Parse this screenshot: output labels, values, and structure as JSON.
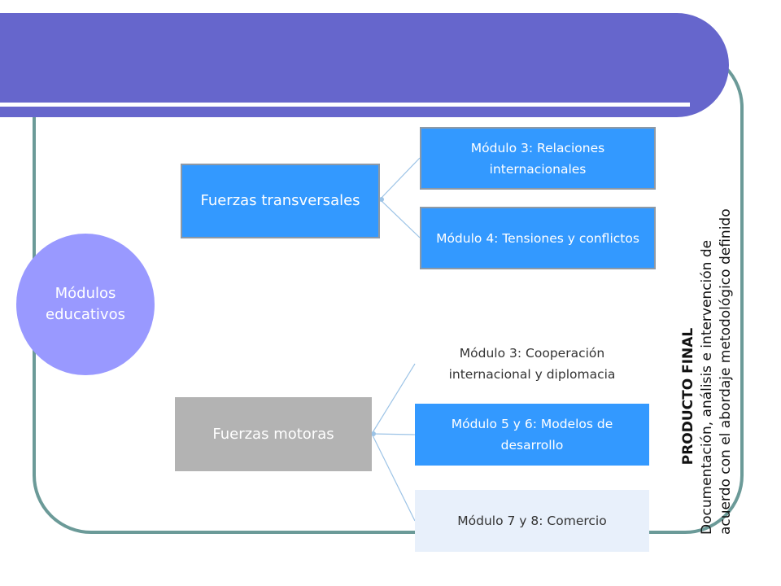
{
  "center": {
    "label": "Módulos educativos"
  },
  "forces": {
    "transversal": {
      "label": "Fuerzas transversales",
      "modules": [
        "Módulo 3: Relaciones internacionales",
        "Módulo 4: Tensiones y conflictos"
      ]
    },
    "motor": {
      "label": "Fuerzas motoras",
      "modules": [
        "Módulo 3: Cooperación internacional y diplomacia",
        "Módulo 5 y 6: Modelos de desarrollo",
        "Módulo 7 y 8: Comercio"
      ]
    }
  },
  "final_product": {
    "title": "PRODUCTO FINAL",
    "line1": "Documentación, análisis e intervención de",
    "line2": "acuerdo con el abordaje metodológico definido"
  },
  "colors": {
    "banner": "#6666cc",
    "frame": "#6b9a98",
    "circle": "#9999ff",
    "blue_box": "#3399ff",
    "gray_box": "#b3b3b3"
  }
}
